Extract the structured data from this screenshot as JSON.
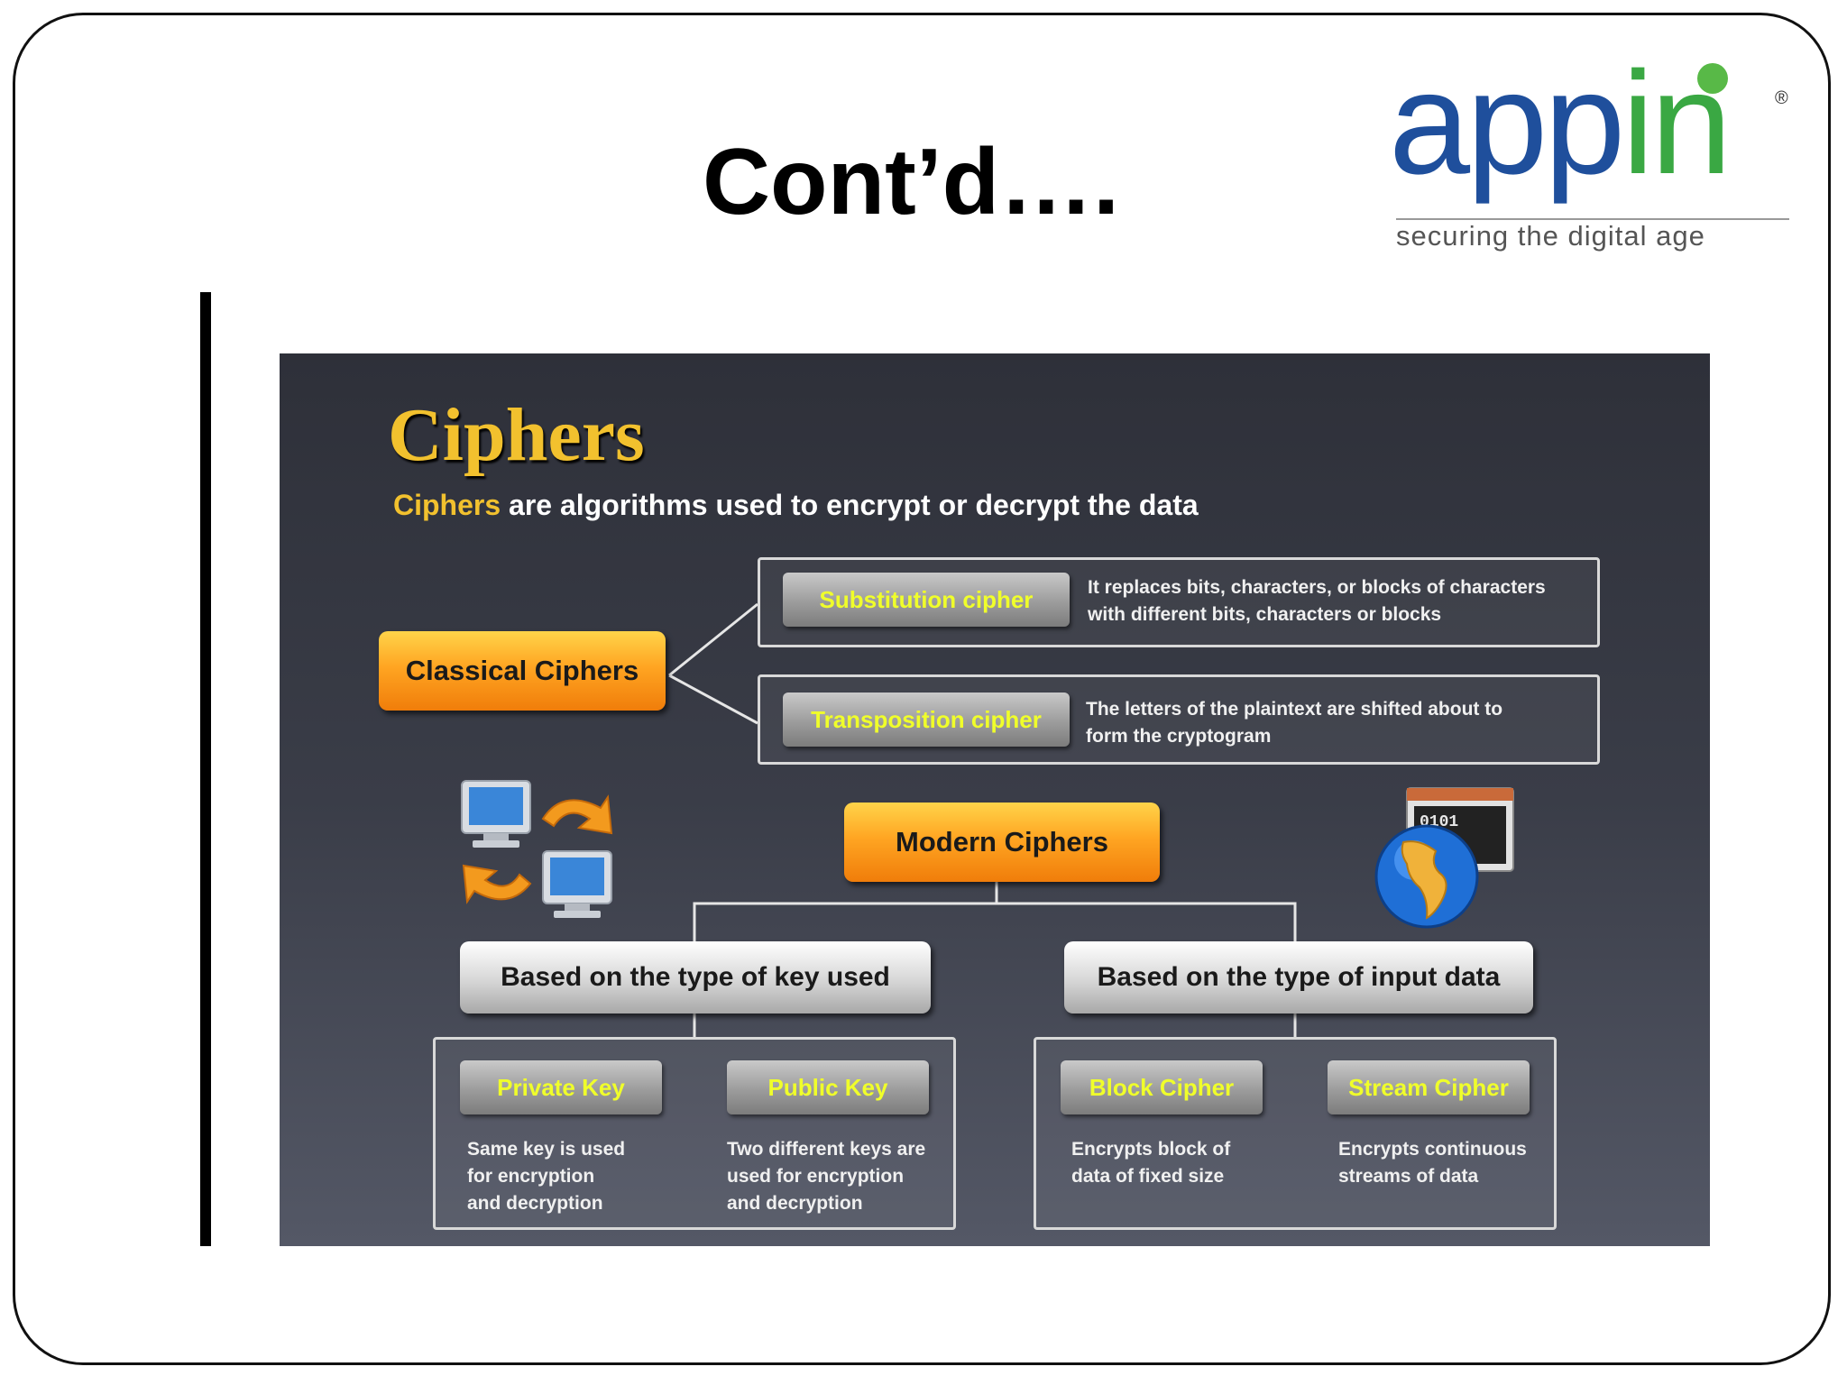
{
  "slide": {
    "title": "Cont’d….",
    "logo": {
      "word_blue": "app",
      "word_green": "in",
      "reg_mark": "®",
      "tagline": "securing the digital age"
    }
  },
  "panel": {
    "title": "Ciphers",
    "subtitle_highlight": "Ciphers",
    "subtitle_rest": " are algorithms used to encrypt or decrypt the data",
    "classical": {
      "label": "Classical Ciphers",
      "items": [
        {
          "label": "Substitution cipher",
          "desc": [
            "It replaces bits, characters, or blocks of characters",
            "with different bits, characters or blocks"
          ]
        },
        {
          "label": "Transposition cipher",
          "desc": [
            "The letters of the plaintext are shifted about to",
            "form the cryptogram"
          ]
        }
      ]
    },
    "modern": {
      "label": "Modern Ciphers",
      "branches": [
        {
          "label": "Based on the type of key used",
          "items": [
            {
              "label": "Private Key",
              "desc": [
                "Same key is used",
                "for encryption",
                "and decryption"
              ]
            },
            {
              "label": "Public Key",
              "desc": [
                "Two different keys are",
                "used for encryption",
                "and decryption"
              ]
            }
          ]
        },
        {
          "label": "Based on the type of input data",
          "items": [
            {
              "label": "Block Cipher",
              "desc": [
                "Encrypts block of",
                "data of fixed size"
              ]
            },
            {
              "label": "Stream Cipher",
              "desc": [
                "Encrypts continuous",
                "streams of data"
              ]
            }
          ]
        }
      ]
    },
    "icons": [
      "computer-exchange-icon",
      "globe-binary-icon"
    ],
    "colors": {
      "accent": "#f2c12e",
      "orange": "#ffa522",
      "pill_text": "#f0ff2a",
      "background": "#3a3d48"
    }
  }
}
